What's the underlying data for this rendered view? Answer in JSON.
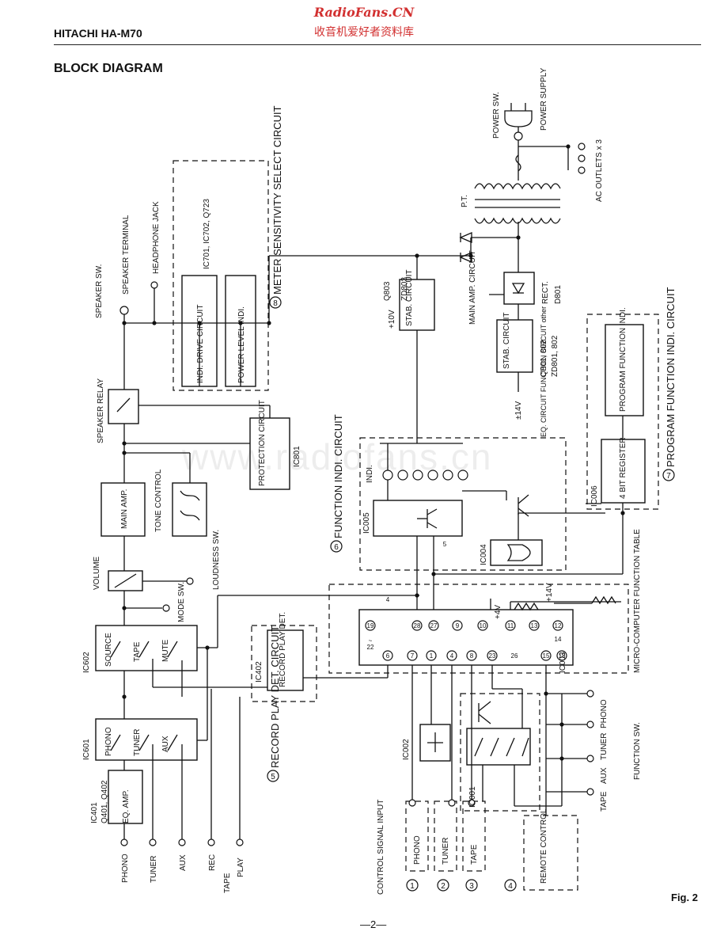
{
  "header": {
    "model": "HITACHI HA-M70",
    "site": "RadioFans.CN",
    "site_cn": "收音机爱好者资料库",
    "title": "BLOCK DIAGRAM",
    "figure": "Fig. 2",
    "page": "—2—",
    "watermark": "www.radiofans.cn"
  },
  "inputs": {
    "phono": "PHONO",
    "tuner": "TUNER",
    "aux": "AUX",
    "tape": "TAPE",
    "rec": "REC",
    "play": "PLAY"
  },
  "blocks": {
    "eq_amp": "EQ. AMP.",
    "ic401": "IC401",
    "q401": "Q401, Q402",
    "ic601": "IC601",
    "ic602": "IC602",
    "sw_phono": "PHONO",
    "sw_tuner": "TUNER",
    "sw_aux": "AUX",
    "sw_source": "SOURCE",
    "sw_tape": "TAPE",
    "sw_mute": "MUTE",
    "mode_sw": "MODE SW.",
    "volume": "VOLUME",
    "loudness_sw": "LOUDNESS SW.",
    "main_amp": "MAIN AMP.",
    "tone_control": "TONE CONTROL",
    "speaker_relay": "SPEAKER RELAY",
    "speaker_sw": "SPEAKER SW.",
    "speaker_terminal": "SPEAKER TERMINAL",
    "headphone_jack": "HEADPHONE JACK",
    "protection": "PROTECTION CIRCUIT",
    "ic801": "IC801",
    "indi_drive": "INDI. DRIVE CIRCUIT",
    "power_level": "POWER LEVEL INDI.",
    "ic701": "IC701, IC702, Q723",
    "meter_circuit": "METER SENSITIVITY SELECT CIRCUIT",
    "meter_num": "8",
    "stab_top": "STAB. CIRCUIT",
    "q803": "Q803",
    "zd803": "ZD803",
    "plus10v": "+10V",
    "stab_right": "STAB. CIRCUIT",
    "q801": "Q801, 802",
    "zd801": "ZD801, 802",
    "pm14v": "±14V",
    "eq_func": "EQ. CIRCUIT FUNCTION CIRCUIT other",
    "main_amp_circuit": "MAIN AMP. CIRCUIT",
    "rect": "RECT.",
    "d801": "D801",
    "pt": "P.T.",
    "power_sw": "POWER SW.",
    "power_supply": "POWER SUPPLY",
    "ac_outlets": "AC OUTLETS x 3",
    "program_function_indi": "PROGRAM FUNCTION INDI.",
    "register": "4 BIT REGISTER",
    "ic006": "IC006",
    "program_circuit": "PROGRAM FUNCTION INDI. CIRCUIT",
    "program_num": "7",
    "function_indi": "FUNCTION INDI. CIRCUIT",
    "function_num": "6",
    "indi": "INDI.",
    "ic005": "IC005",
    "ic004": "IC004",
    "record_play_det": "RECORD PLAY DET.",
    "ic402": "IC402",
    "record_circuit": "RECORD PLAY DET. CIRCUIT",
    "record_num": "5",
    "ic003": "IC003",
    "micro_table": "MICRO-COMPUTER FUNCTION TABLE",
    "plus4v": "+4V",
    "plus14v": "+14V",
    "ic002": "IC002",
    "ic001": "IC001",
    "function_sw": "FUNCTION SW.",
    "fsw_tape": "TAPE",
    "fsw_aux": "AUX",
    "fsw_tuner": "TUNER",
    "fsw_phono": "PHONO",
    "control_signal": "CONTROL SIGNAL INPUT",
    "csi_phono": "PHONO",
    "csi_tuner": "TUNER",
    "csi_tape": "TAPE",
    "csi_remote": "REMOTE CONTROL",
    "n1": "1",
    "n2": "2",
    "n3": "3",
    "n4": "4",
    "bus4": "4",
    "bus5": "5"
  },
  "pins": [
    "19",
    "22",
    "28",
    "27",
    "9",
    "10",
    "11",
    "13",
    "12",
    "14",
    "6",
    "7",
    "1",
    "4",
    "8",
    "23",
    "26",
    "15",
    "18",
    "~"
  ]
}
